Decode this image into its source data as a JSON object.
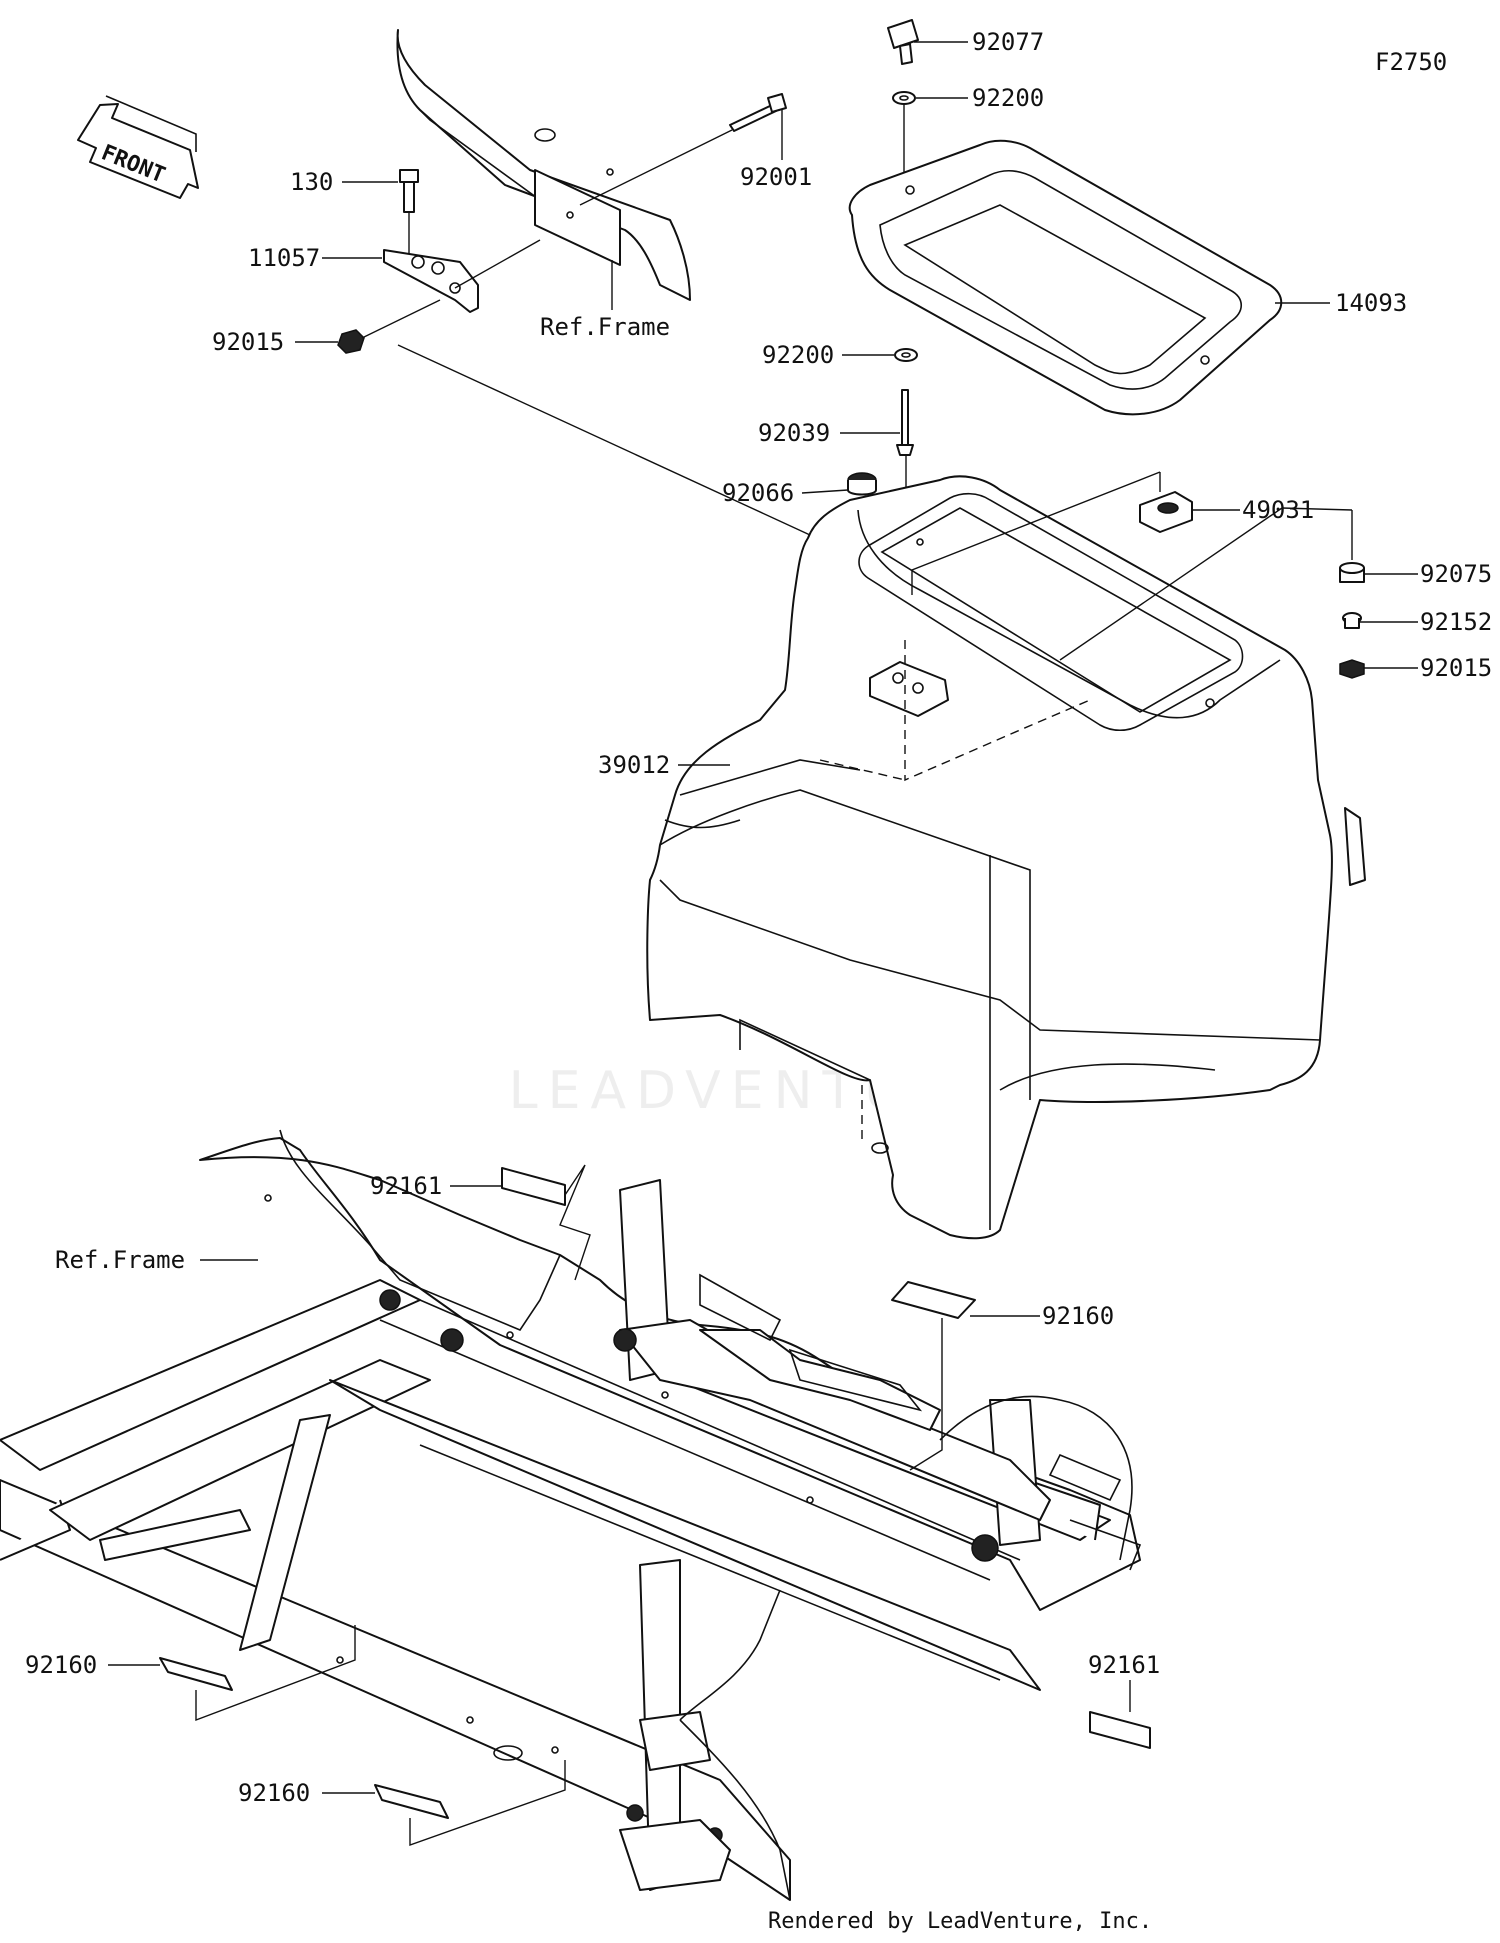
{
  "diagram_code": "F2750",
  "front_label": "FRONT",
  "credit": "Rendered by LeadVenture, Inc.",
  "watermark": "LEADVENTURE",
  "reference_labels": {
    "frame_top": "Ref.Frame",
    "frame_bottom": "Ref.Frame"
  },
  "part_callouts": [
    {
      "id": "p-92077",
      "number": "92077"
    },
    {
      "id": "p-92200-a",
      "number": "92200"
    },
    {
      "id": "p-92001",
      "number": "92001"
    },
    {
      "id": "p-130",
      "number": "130"
    },
    {
      "id": "p-11057",
      "number": "11057"
    },
    {
      "id": "p-92015-a",
      "number": "92015"
    },
    {
      "id": "p-14093",
      "number": "14093"
    },
    {
      "id": "p-92200-b",
      "number": "92200"
    },
    {
      "id": "p-92039",
      "number": "92039"
    },
    {
      "id": "p-92066",
      "number": "92066"
    },
    {
      "id": "p-49031",
      "number": "49031"
    },
    {
      "id": "p-92075",
      "number": "92075"
    },
    {
      "id": "p-92152",
      "number": "92152"
    },
    {
      "id": "p-92015-b",
      "number": "92015"
    },
    {
      "id": "p-39012",
      "number": "39012"
    },
    {
      "id": "p-92161-a",
      "number": "92161"
    },
    {
      "id": "p-92160-a",
      "number": "92160"
    },
    {
      "id": "p-92160-b",
      "number": "92160"
    },
    {
      "id": "p-92161-b",
      "number": "92161"
    },
    {
      "id": "p-92160-c",
      "number": "92160"
    }
  ]
}
